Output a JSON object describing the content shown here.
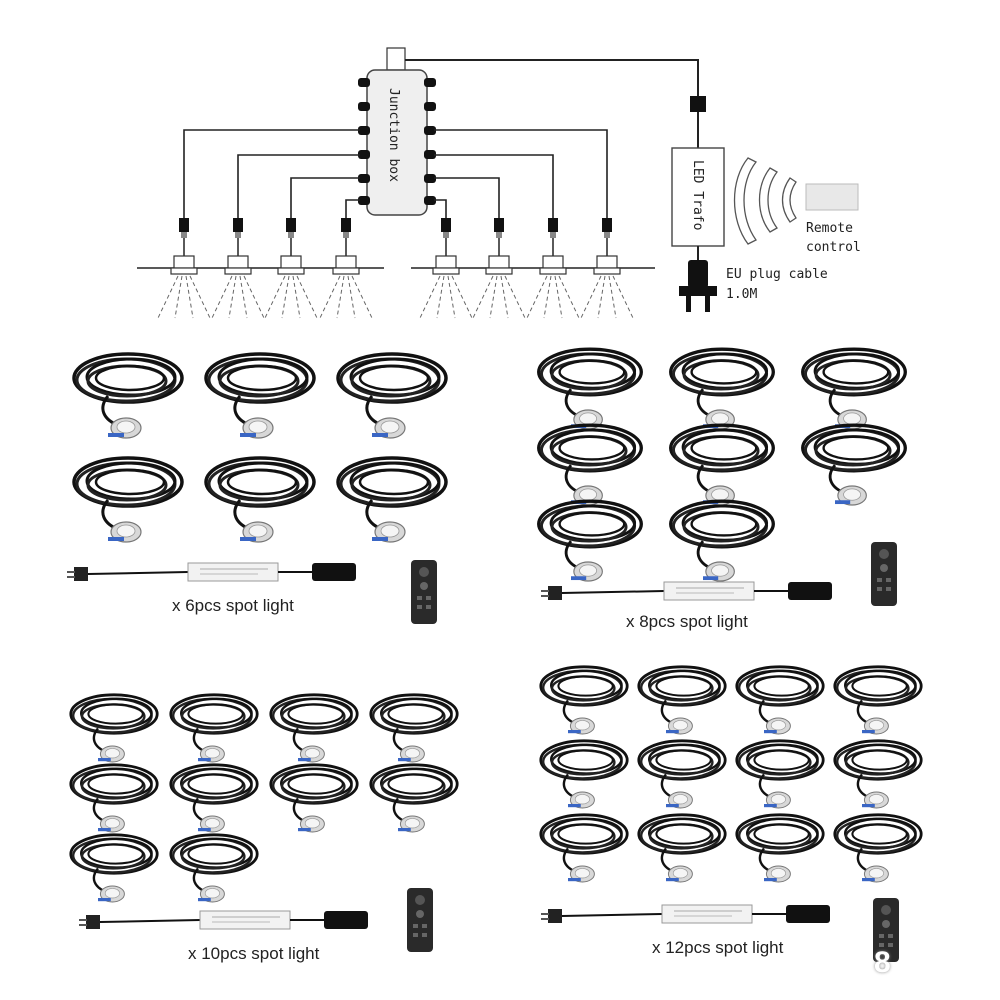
{
  "diagram": {
    "junction_box_label": "Junction box",
    "trafo_label": "LED Trafo",
    "remote_label_line1": "Remote",
    "remote_label_line2": "control",
    "plug_label_line1": "EU plug cable",
    "plug_label_line2": "1.0M"
  },
  "kits": [
    {
      "caption": "x 6pcs spot light",
      "count": 6
    },
    {
      "caption": "x 8pcs spot light",
      "count": 8
    },
    {
      "caption": "x 10pcs spot light",
      "count": 10
    },
    {
      "caption": "x 12pcs spot light",
      "count": 12
    }
  ],
  "watermark": "8"
}
